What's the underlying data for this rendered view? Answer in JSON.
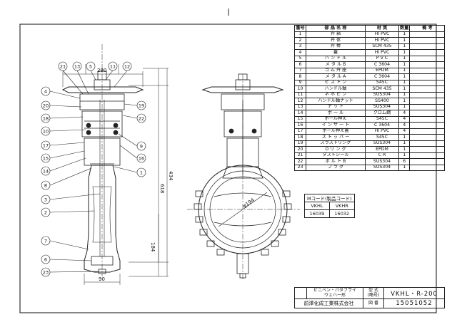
{
  "parts_table": {
    "headers": {
      "no": "番号",
      "name": "部 品 名 称",
      "material": "材 質",
      "qty": "数量",
      "remarks": "備 考"
    },
    "rows": [
      {
        "no": "1",
        "name": "弁 箱",
        "material": "HI PVC",
        "qty": "1"
      },
      {
        "no": "2",
        "name": "弁 体",
        "material": "HI PVC",
        "qty": "1"
      },
      {
        "no": "3",
        "name": "弁 棒",
        "material": "SCM 435",
        "qty": "1"
      },
      {
        "no": "4",
        "name": "蓋",
        "material": "HI PVC",
        "qty": "1"
      },
      {
        "no": "5",
        "name": "ハ ン ド ル",
        "material": "P V C",
        "qty": "1"
      },
      {
        "no": "6",
        "name": "メ タ ル B",
        "material": "C 3604",
        "qty": "1"
      },
      {
        "no": "7",
        "name": "ゴ ム 弁 座",
        "material": "EPDM",
        "qty": "1"
      },
      {
        "no": "8",
        "name": "メ タ ル A",
        "material": "C 3604",
        "qty": "1"
      },
      {
        "no": "9",
        "name": "ピ ス ト ン",
        "material": "S45C",
        "qty": "1"
      },
      {
        "no": "10",
        "name": "ハンドル軸",
        "material": "SCM 435",
        "qty": "1"
      },
      {
        "no": "11",
        "name": "ネ ホ ピ ン",
        "material": "SUS304",
        "qty": "1"
      },
      {
        "no": "12",
        "name": "ハンドル軸ナット",
        "material": "SS400",
        "qty": "1"
      },
      {
        "no": "13",
        "name": "ナ ッ ト",
        "material": "SUS304",
        "qty": "1"
      },
      {
        "no": "14",
        "name": "ボ ー ル",
        "material": "クロム鋼",
        "qty": "4"
      },
      {
        "no": "15",
        "name": "ボール押え",
        "material": "S45C",
        "qty": "4"
      },
      {
        "no": "16",
        "name": "イ ン サ ー ト",
        "material": "C 3604",
        "qty": "4"
      },
      {
        "no": "17",
        "name": "ボール押え蓋",
        "material": "HI PVC",
        "qty": "4"
      },
      {
        "no": "18",
        "name": "ス ト ッ パ ー",
        "material": "S45C",
        "qty": "1"
      },
      {
        "no": "19",
        "name": "スラストリング",
        "material": "SUS304",
        "qty": "1"
      },
      {
        "no": "20",
        "name": "O リ ン グ",
        "material": "EPDM",
        "qty": "1"
      },
      {
        "no": "21",
        "name": "ダストシール",
        "material": "C R",
        "qty": "1"
      },
      {
        "no": "22",
        "name": "ボ ル ト B",
        "material": "SUS304",
        "qty": "6"
      },
      {
        "no": "23",
        "name": "プ ラ グ",
        "material": "SUS304",
        "qty": "1"
      }
    ]
  },
  "m_code": {
    "title": "Mコード(製品コード)",
    "headers": [
      "VKHL",
      "VKHR"
    ],
    "values": [
      "16039",
      "16032"
    ]
  },
  "title_block": {
    "product_name_1": "ビニベン・バタフライ",
    "product_name_2": "ウェハー形",
    "model_label_1": "型 式",
    "model_label_2": "(略号)",
    "model": "VKHL・R-200",
    "company": "前澤化成工業株式会社",
    "drawing_no_label": "図 番",
    "drawing_no": "15051052"
  },
  "dimensions": {
    "handle_width": "280",
    "upper_height": "434",
    "total_height": "618",
    "lower_height": "184",
    "bottom_width": "90",
    "bore": "φ194"
  },
  "balloons": [
    "21",
    "13",
    "5",
    "11",
    "12",
    "4",
    "20",
    "18",
    "10",
    "17",
    "15",
    "14",
    "8",
    "3",
    "2",
    "7",
    "6",
    "23",
    "19",
    "22",
    "9",
    "16",
    "1"
  ]
}
